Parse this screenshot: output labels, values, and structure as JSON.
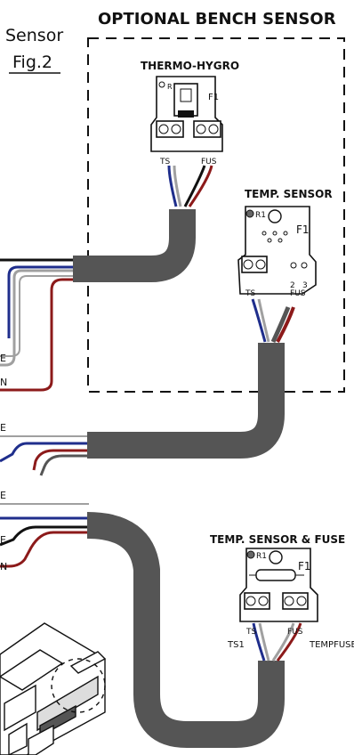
{
  "figure": {
    "caption_line1": "Sensor",
    "caption_line2": "Fig.2",
    "section_title": "OPTIONAL BENCH SENSOR"
  },
  "thermo_hygro": {
    "title": "THERMO-HYGRO",
    "r_label": "R",
    "f_label": "F1",
    "ts_label": "TS",
    "fus_label": "FUS"
  },
  "temp_sensor": {
    "title": "TEMP. SENSOR",
    "r_label": "R1",
    "f_label": "F1",
    "ts_label": "TS",
    "fus_label": "FUS",
    "pin2": "2",
    "pin3": "3"
  },
  "temp_sensor_fuse": {
    "title": "TEMP. SENSOR & FUSE",
    "r_label": "R1",
    "f_label": "F1",
    "ts_label": "TS",
    "fus_label": "FUS",
    "left_wire_label": "TS1",
    "right_wire_label": "TEMPFUSE"
  },
  "left_edge_labels": [
    "E",
    "N",
    "E",
    "E",
    "E",
    "N"
  ],
  "colors": {
    "cable": "#555555",
    "wire_blue": "#1f2e8c",
    "wire_red": "#8c1a1a",
    "wire_gray": "#a0a0a0",
    "wire_black": "#111111"
  }
}
